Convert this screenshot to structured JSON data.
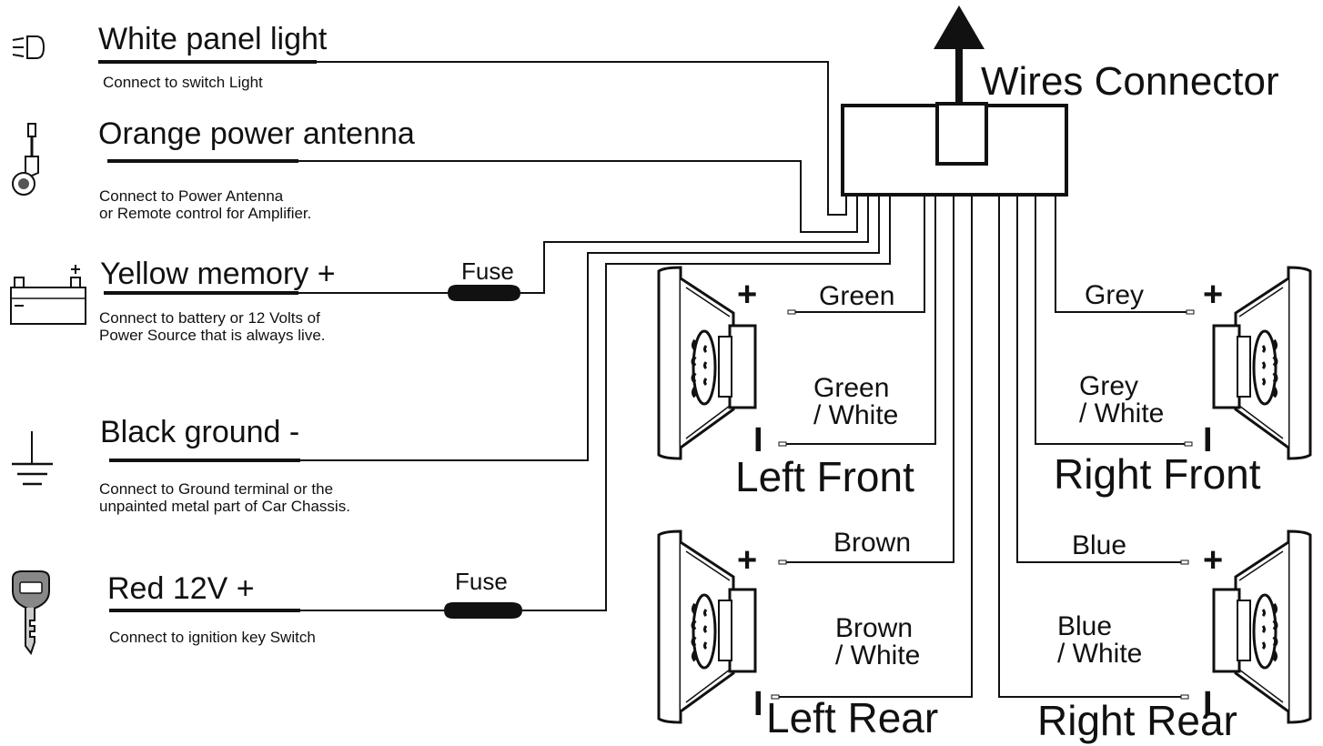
{
  "title": "Wires Connector",
  "left_wires": [
    {
      "name": "White panel light",
      "desc": [
        "Connect to switch Light"
      ],
      "icon": "panel-light-icon"
    },
    {
      "name": "Orange power antenna",
      "desc": [
        "Connect to Power Antenna",
        "or Remote control for Amplifier."
      ],
      "icon": "antenna-icon"
    },
    {
      "name": "Yellow memory  +",
      "desc": [
        "Connect to battery or 12 Volts of",
        "Power Source that is always live."
      ],
      "icon": "battery-icon"
    },
    {
      "name": "Black ground  -",
      "desc": [
        "Connect to Ground terminal or the",
        "unpainted metal part of Car Chassis."
      ],
      "icon": "ground-icon"
    },
    {
      "name": "Red 12V  +",
      "desc": [
        "Connect to ignition key Switch"
      ],
      "icon": "ignition-key-icon"
    }
  ],
  "fuse_label": "Fuse",
  "speakers": {
    "left_front": {
      "location": "Left Front",
      "pos_wire": "Green",
      "neg_wire": [
        "Green",
        "/ White"
      ]
    },
    "right_front": {
      "location": "Right Front",
      "pos_wire": "Grey",
      "neg_wire": [
        "Grey",
        "/ White"
      ]
    },
    "left_rear": {
      "location": "Left Rear",
      "pos_wire": "Brown",
      "neg_wire": [
        "Brown",
        "/ White"
      ]
    },
    "right_rear": {
      "location": "Right Rear",
      "pos_wire": "Blue",
      "neg_wire": [
        "Blue",
        "/ White"
      ]
    }
  },
  "polarity": {
    "plus": "+",
    "minus": "I"
  }
}
